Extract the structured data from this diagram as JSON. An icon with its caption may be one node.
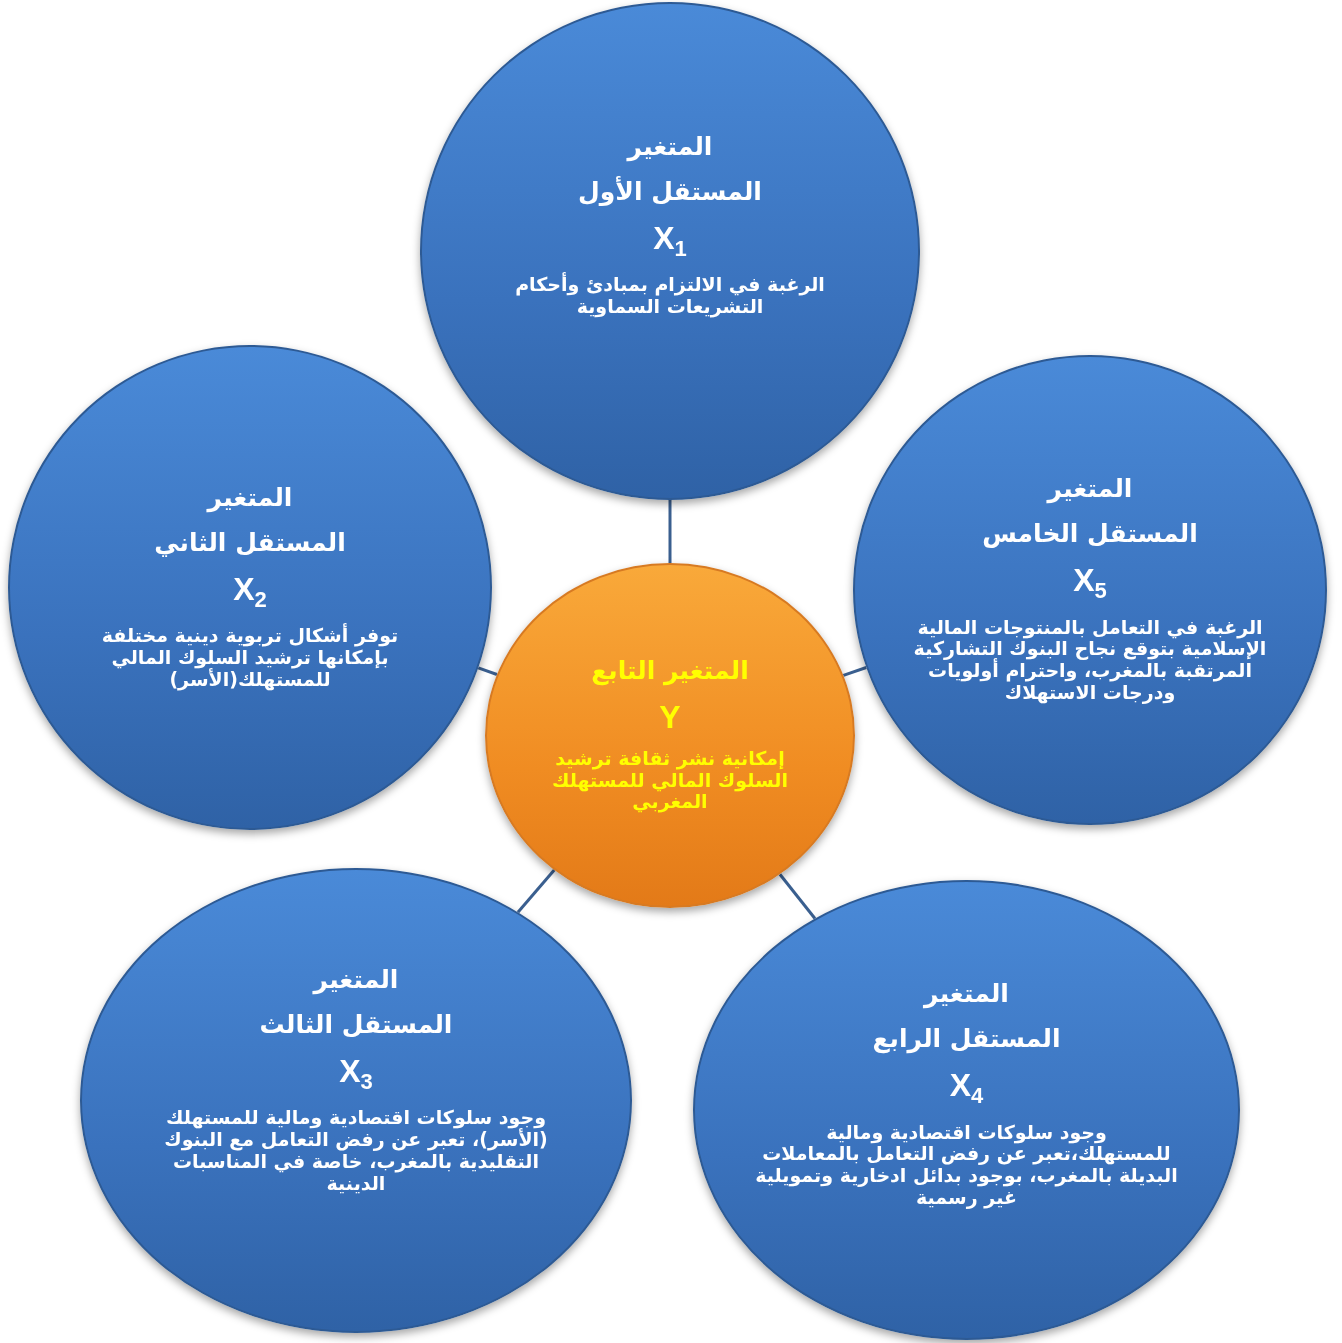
{
  "diagram": {
    "nodes": [
      {
        "text": [
          "المتغير",
          "المستقل الأول",
          "X$_{1}$",
          "الرغبة في الالتزام بمبادئ وأحكام التشريعات السماوية"
        ]
      },
      {
        "text": [
          "المتغير",
          "المستقل الثاني",
          "X$_{2}$",
          "توفر أشكال تربوية دينية مختلفة بإمكانها ترشيد السلوك المالي للمستهلك(الأسر)"
        ]
      },
      {
        "text": [
          "المتغير",
          "المستقل الخامس",
          "X$_{5}$",
          "الرغبة في التعامل بالمنتوجات المالية الإسلامية بتوقع نجاح البنوك التشاركية المرتقبة بالمغرب، واحترام أولويات ودرجات الاستهلاك"
        ]
      },
      {
        "text": [
          "المتغير التابع",
          "Y",
          "إمكانية نشر ثقافة ترشيد السلوك المالي للمستهلك المغربي"
        ]
      },
      {
        "text": [
          "المتغير",
          "المستقل الثالث",
          "X$_{3}$",
          "وجود سلوكات اقتصادية ومالية للمستهلك (الأسر)، تعبر عن رفض التعامل مع البنوك التقليدية بالمغرب، خاصة في المناسبات الدينية"
        ]
      },
      {
        "text": [
          "المتغير",
          "المستقل الرابع",
          "X$_{4}$",
          "وجود سلوكات اقتصادية ومالية للمستهلك،تعبر عن رفض التعامل بالمعاملات البديلة بالمغرب، بوجود بدائل ادخارية وتمويلية غير رسمية"
        ]
      }
    ],
    "edges": [
      {
        "from": 3,
        "to": 0,
        "arrow": "none"
      },
      {
        "from": 3,
        "to": 1,
        "arrow": "none"
      },
      {
        "from": 3,
        "to": 2,
        "arrow": "none"
      },
      {
        "from": 3,
        "to": 4,
        "arrow": "none"
      },
      {
        "from": 3,
        "to": 5,
        "arrow": "none"
      }
    ]
  }
}
